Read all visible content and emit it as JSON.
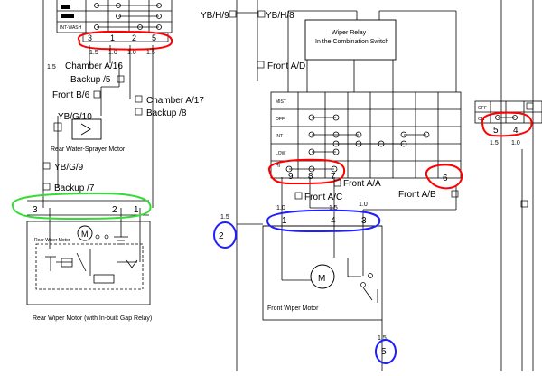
{
  "colors": {
    "ink": "#000000",
    "red_mark": "#ff0000",
    "green_mark": "#33dd33",
    "blue_mark": "#1e1eff"
  },
  "icons": [
    "connector-icon",
    "motor-icon",
    "switch-contact-icon",
    "ground-icon"
  ],
  "top_left_switch": {
    "row_label": "INT-WASH",
    "pins": [
      "3",
      "1",
      "2",
      "5"
    ],
    "gauges": [
      "1.5",
      "1.0",
      "1.0",
      "1.5"
    ]
  },
  "left_panel": {
    "gauge_a": "1.5",
    "chamber_a16": "Chamber A/16",
    "backup_5": "Backup /5",
    "front_b6": "Front B/6",
    "yb_g10": "YB/G/10",
    "rear_sprayer": "Rear Water-Sprayer Motor",
    "yb_g9": "YB/G/9",
    "backup_7": "Backup /7",
    "chamber_a17": "Chamber A/17",
    "backup_8": "Backup /8",
    "rear_pins": [
      "3",
      "2",
      "1"
    ],
    "rear_motor_inner": "Rear Wiper Motor",
    "rear_motor_caption": "Rear Wiper Motor (with In-built Gap Relay)"
  },
  "middle": {
    "yb_h9": "YB/H/9",
    "yb_h8": "YB/H/8",
    "front_ad": "Front A/D",
    "relay_line1": "Wiper Relay",
    "relay_line2": "In the Combination Switch",
    "switch_rows": [
      "MIST",
      "OFF",
      "INT",
      "LOW",
      "HI"
    ],
    "pins_9_8_7": [
      "9",
      "8",
      "7"
    ],
    "pin_6": "6",
    "front_aa": "Front A/A",
    "front_ab": "Front A/B",
    "front_ac": "Front A/C",
    "gauges_top": [
      "1.0",
      "1.5",
      "1.0"
    ],
    "motor_pins": [
      "1",
      "4",
      "3"
    ],
    "gauge_2": "1.5",
    "circled_2": "2",
    "front_motor_label": "Front Wiper Motor",
    "gauge_5": "1.5",
    "circled_5": "5"
  },
  "right_switch": {
    "rows": [
      "OFF",
      "ON"
    ],
    "pins": [
      "5",
      "4"
    ],
    "gauges": [
      "1.5",
      "1.0"
    ]
  }
}
